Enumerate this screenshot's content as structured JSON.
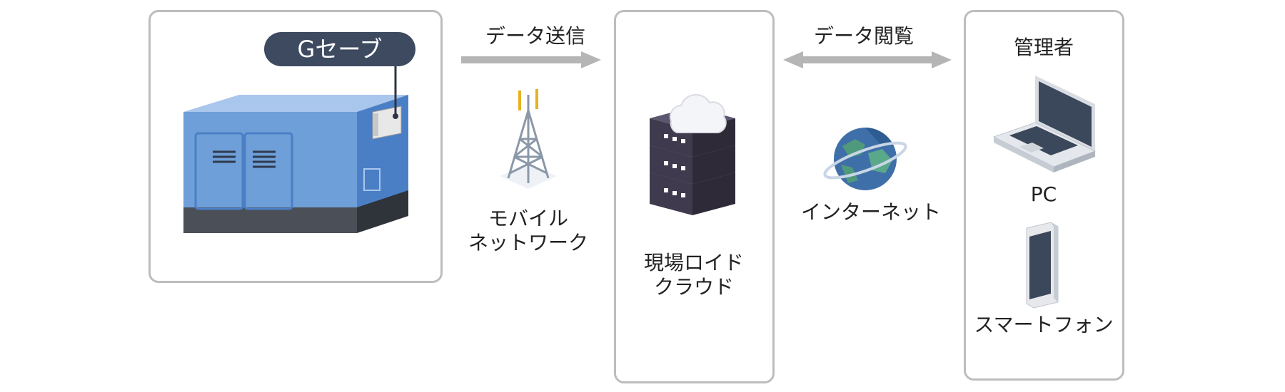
{
  "gsave": {
    "label": "Gセーブ"
  },
  "arrows": {
    "send": "データ送信",
    "view": "データ閲覧"
  },
  "mobile_network": {
    "line1": "モバイル",
    "line2": "ネットワーク"
  },
  "cloud": {
    "line1": "現場ロイド",
    "line2": "クラウド"
  },
  "internet": {
    "label": "インターネット"
  },
  "admin": {
    "title": "管理者",
    "pc_label": "PC",
    "phone_label": "スマートフォン"
  },
  "colors": {
    "pill": "#3d4a60",
    "box_border": "#bdbdbd",
    "arrow": "#b5b5b5",
    "generator_front": "#6f9fd8",
    "generator_side": "#4a7fc6",
    "server": "#4a4458"
  }
}
